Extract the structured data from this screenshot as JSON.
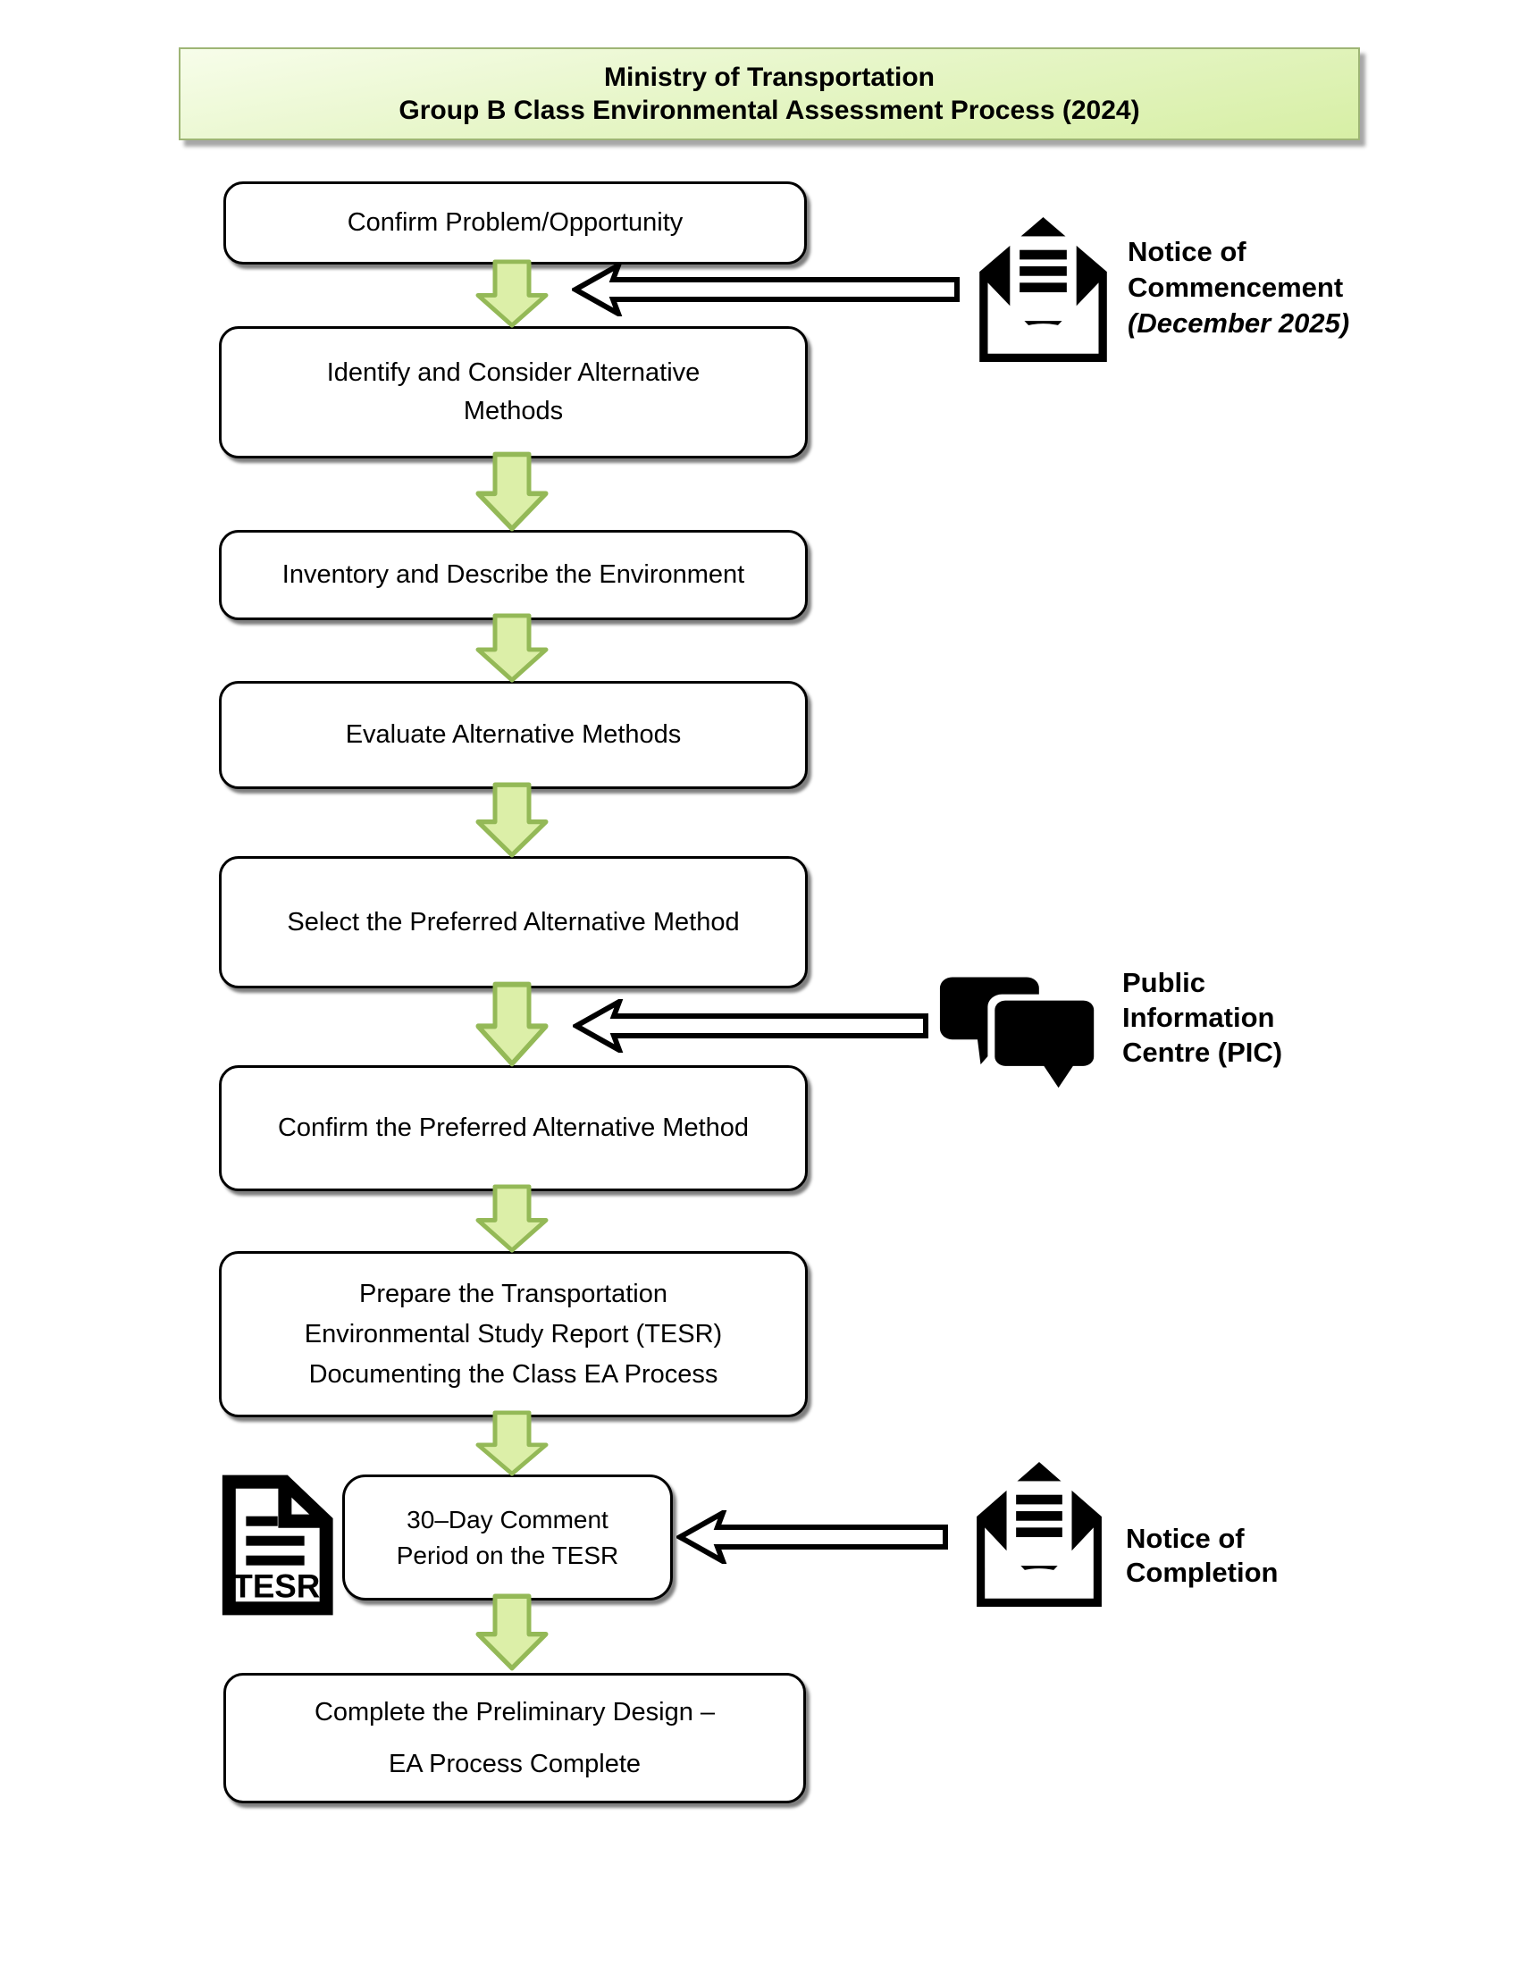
{
  "banner": {
    "line1": "Ministry of Transportation",
    "line2": "Group B Class Environmental Assessment Process (2024)"
  },
  "process_steps": [
    {
      "lines": [
        "Confirm Problem/Opportunity"
      ]
    },
    {
      "lines": [
        "Identify and Consider Alternative",
        "Methods"
      ]
    },
    {
      "lines": [
        "Inventory and Describe the Environment"
      ]
    },
    {
      "lines": [
        "Evaluate Alternative Methods"
      ]
    },
    {
      "lines": [
        "Select the Preferred Alternative Method"
      ]
    },
    {
      "lines": [
        "Confirm the Preferred Alternative Method"
      ]
    },
    {
      "lines": [
        "Prepare the Transportation",
        "Environmental Study Report (TESR)",
        "Documenting the Class EA Process"
      ]
    },
    {
      "lines": [
        "30–Day Comment",
        "Period on the TESR"
      ]
    },
    {
      "lines": [
        "Complete the Preliminary Design –",
        "EA Process Complete"
      ]
    }
  ],
  "annotations": {
    "commencement": {
      "icon": "envelope-open-icon",
      "line1": "Notice of",
      "line2": "Commencement",
      "line3": "(December 2025)"
    },
    "pic": {
      "icon": "speech-bubbles-icon",
      "line1": "Public",
      "line2": "Information",
      "line3": "Centre (PIC)"
    },
    "completion": {
      "icon": "envelope-open-icon",
      "line1": "Notice of",
      "line2": "Completion"
    }
  },
  "tesr_document_label": "TESR",
  "colors": {
    "banner_fill_top": "#f7fdea",
    "banner_fill_bottom": "#d7efa5",
    "banner_border": "#9eb575",
    "flow_arrow_fill": "#dcefa8",
    "flow_arrow_border": "#94b957",
    "box_border": "#000000",
    "icon_color": "#000000"
  }
}
